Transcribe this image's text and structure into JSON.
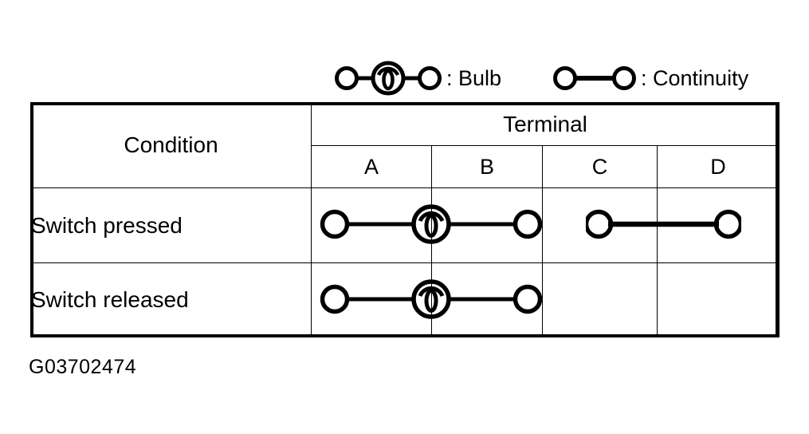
{
  "legend": {
    "bulb": {
      "symbol": "bulb-symbol",
      "label": ": Bulb"
    },
    "continuity": {
      "symbol": "continuity-symbol",
      "label": ": Continuity"
    }
  },
  "table": {
    "headers": {
      "condition": "Condition",
      "terminal": "Terminal",
      "terminals": [
        "A",
        "B",
        "C",
        "D"
      ]
    },
    "rows": [
      {
        "condition": "Switch pressed",
        "connections": [
          {
            "from": "A",
            "to": "B",
            "type": "bulb"
          },
          {
            "from": "C",
            "to": "D",
            "type": "continuity"
          }
        ]
      },
      {
        "condition": "Switch released",
        "connections": [
          {
            "from": "A",
            "to": "B",
            "type": "bulb"
          }
        ]
      }
    ]
  },
  "caption": {
    "code": "G03702474"
  },
  "colors": {
    "ink": "#000000",
    "paper": "#ffffff"
  }
}
